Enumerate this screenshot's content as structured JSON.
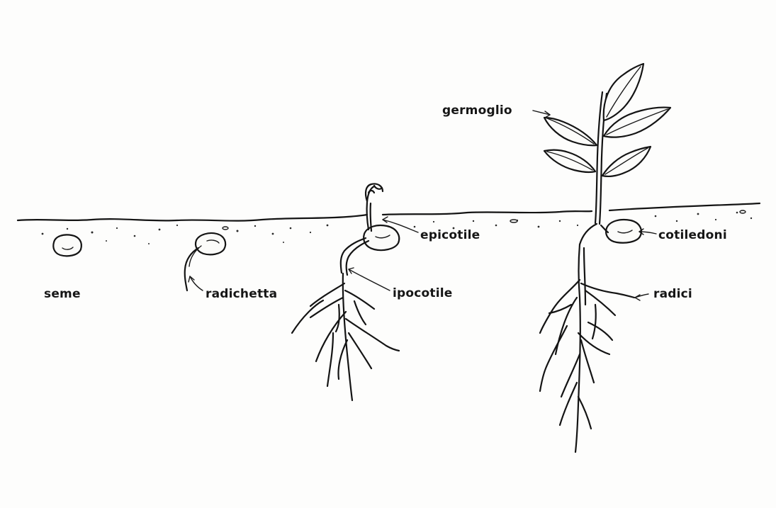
{
  "labels": {
    "seme": "seme",
    "radichetta": "radichetta",
    "epicotile": "epicotile",
    "ipocotile": "ipocotile",
    "germoglio": "germoglio",
    "cotiledoni": "cotiledoni",
    "radici": "radici"
  }
}
